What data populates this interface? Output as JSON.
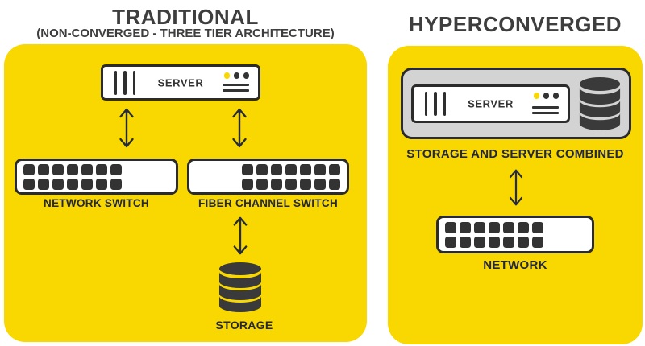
{
  "colors": {
    "panel_yellow": "#F8D800",
    "icon_dark": "#333333",
    "outline_dark": "#2b2b2b",
    "label_navy": "#222742",
    "title_gray": "#3e3e3e",
    "gray_box": "#d3d3d3",
    "arrow_navy": "#252a3e",
    "white": "#ffffff"
  },
  "traditional": {
    "title": "TRADITIONAL",
    "subtitle": "(NON-CONVERGED - THREE TIER ARCHITECTURE)",
    "server": {
      "label": "SERVER"
    },
    "network_switch": {
      "label": "NETWORK SWITCH"
    },
    "fiber_switch": {
      "label": "FIBER CHANNEL SWITCH"
    },
    "storage": {
      "label": "STORAGE"
    }
  },
  "hyperconverged": {
    "title": "HYPERCONVERGED",
    "server": {
      "label": "SERVER"
    },
    "combined": {
      "label": "STORAGE AND SERVER COMBINED"
    },
    "network": {
      "label": "NETWORK"
    }
  },
  "icons": {
    "switch_ports": {
      "rows": 2,
      "cols": 7
    }
  }
}
